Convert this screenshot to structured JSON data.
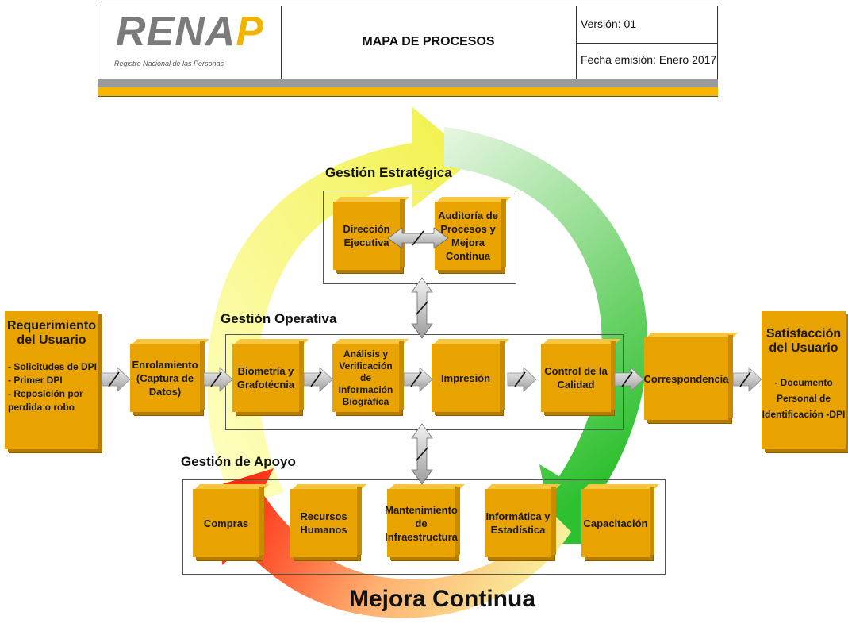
{
  "header": {
    "logo_text_main": "RENA",
    "logo_text_accent": "P",
    "logo_subtitle": "Registro Nacional de las Personas",
    "title": "MAPA DE PROCESOS",
    "version": "Versión: 01",
    "date": "Fecha emisión: Enero 2017"
  },
  "input": {
    "title_line1": "Requerimiento",
    "title_line2": "del Usuario",
    "item1": "- Solicitudes de DPI",
    "item2": "- Primer DPI",
    "item3": "- Reposición por",
    "item4": "perdida o robo"
  },
  "output": {
    "title_line1": "Satisfacción",
    "title_line2": "del Usuario",
    "item1": "- Documento",
    "item2": "Personal de",
    "item3": "Identificación -DPI"
  },
  "groups": {
    "strategic": "Gestión Estratégica",
    "operative": "Gestión Operativa",
    "support": "Gestión de Apoyo"
  },
  "strategic_boxes": {
    "direccion": "Dirección Ejecutiva",
    "auditoria": "Auditoría de Procesos y Mejora Continua"
  },
  "flow_boxes": {
    "enrolamiento": "Enrolamiento (Captura de Datos)",
    "biometria": "Biometría y Grafotécnia",
    "analisis": "Análisis y Verificación de Información Biográfica",
    "impresion": "Impresión",
    "control": "Control de la Calidad",
    "correspondencia": "Correspondencia"
  },
  "support_boxes": {
    "compras": "Compras",
    "recursos": "Recursos Humanos",
    "mantenimiento": "Mantenimiento de Infraestructura",
    "informatica": "Informática y Estadística",
    "capacitacion": "Capacitación"
  },
  "footer": {
    "mejora_continua": "Mejora Continua"
  },
  "colors": {
    "box_orange": "#e8a300",
    "cycle_yellow": "#f4f25a",
    "cycle_green": "#3fc23f",
    "cycle_red": "#ff3a1e",
    "header_yellow": "#f7b500"
  }
}
